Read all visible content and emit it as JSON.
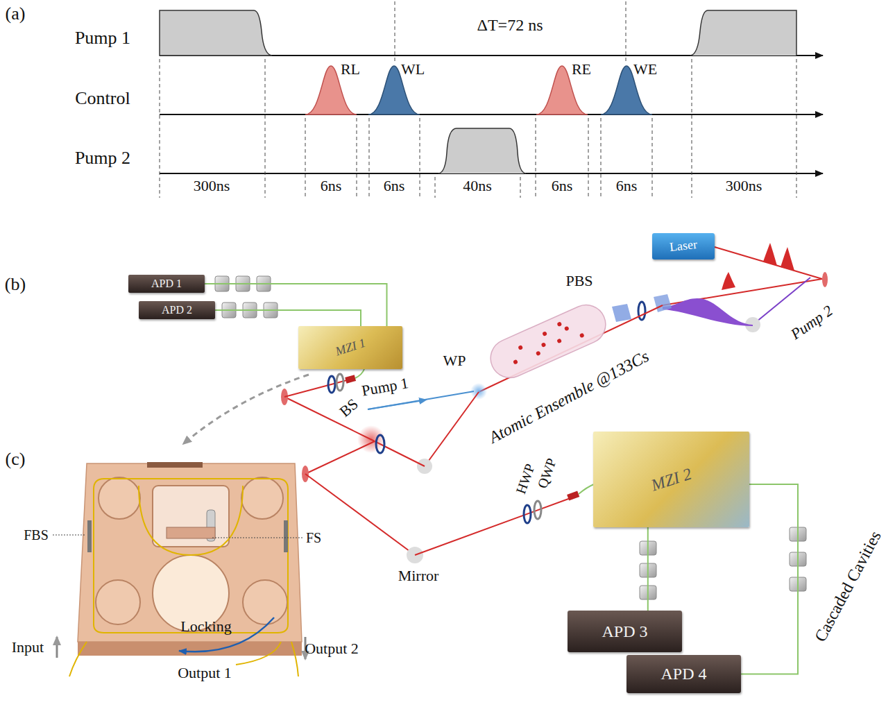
{
  "diagram": {
    "nodes": [
      {
        "text": [
          "Laser"
        ]
      },
      {
        "text": [
          "APD 1"
        ]
      },
      {
        "text": [
          "APD 2"
        ]
      },
      {
        "text": [
          "MZI 1"
        ]
      },
      {
        "text": [
          "MZI 2"
        ]
      },
      {
        "text": [
          "APD 3"
        ]
      },
      {
        "text": [
          "APD 4"
        ]
      }
    ],
    "edges": [
      {
        "from": 3,
        "to": 1,
        "arrow": "none"
      },
      {
        "from": 3,
        "to": 2,
        "arrow": "none"
      },
      {
        "from": 4,
        "to": 5,
        "arrow": "none"
      },
      {
        "from": 4,
        "to": 6,
        "arrow": "none"
      }
    ],
    "labels": [
      "(a)",
      "Pump 1",
      "Control",
      "Pump 2",
      "ΔT=72 ns",
      "RL",
      "WL",
      "RE",
      "WE",
      "300ns",
      "6ns",
      "6ns",
      "40ns",
      "6ns",
      "6ns",
      "300ns",
      "(b)",
      "Pump 2",
      "PBS",
      "WP",
      "Pump 1",
      "Atomic Ensemble @133Cs",
      "BS",
      "Mirror",
      "QWP",
      "HWP",
      "Cascaded Cavities",
      "(c)",
      "FBS",
      "FS",
      "Input",
      "Locking",
      "Output 1",
      "Output 2"
    ]
  }
}
